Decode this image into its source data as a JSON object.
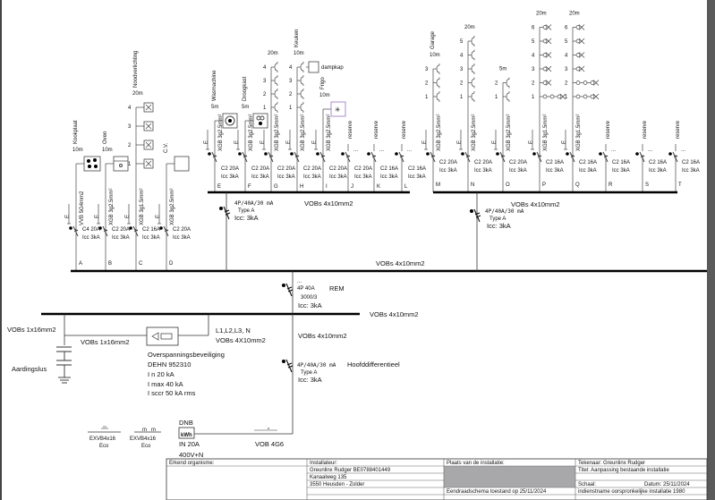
{
  "labels": {
    "earth": "E",
    "dots": "..."
  },
  "circuits_left": [
    {
      "id": "A",
      "breaker": "C4 20A",
      "icc": "Icc 3kA",
      "cable": "VVB 5G4mm2",
      "length": "10m",
      "room": "Kookplaat",
      "load": "cooktop"
    },
    {
      "id": "B",
      "breaker": "C2 20A",
      "icc": "Icc 3kA",
      "cable": "XGB 3g2.5mm²",
      "length": "10m",
      "room": "Oven",
      "load": "oven"
    },
    {
      "id": "C",
      "breaker": "C2 16A",
      "icc": "Icc 3kA",
      "cable": "XGB 3g1.5mm²",
      "length": "20m",
      "room": "Noodverlichting",
      "load": "emergency",
      "points": 4
    },
    {
      "id": "D",
      "breaker": "C2 20A",
      "icc": "Icc 3kA",
      "cable": "XGB 3g2.5mm²",
      "room": "C.V.",
      "load": "boiler"
    }
  ],
  "circuits_group1": [
    {
      "id": "E",
      "breaker": "C2 20A",
      "icc": "Icc 3kA",
      "cable": "XGB 3g2.5mm²",
      "length": "5m",
      "room": "Wasmachine",
      "load": "washer"
    },
    {
      "id": "F",
      "breaker": "C2 20A",
      "icc": "Icc 3kA",
      "cable": "XGB 3g2.5mm²",
      "length": "5m",
      "room": "Droogkast",
      "load": "dryer"
    },
    {
      "id": "G",
      "breaker": "C2 20A",
      "icc": "Icc 3kA",
      "cable": "XGB 3g2.5mm²",
      "length": "20m",
      "load": "sockets",
      "points": 4
    },
    {
      "id": "H",
      "breaker": "C2 20A",
      "icc": "Icc 3kA",
      "cable": "XGB 3g2.5mm²",
      "length": "10m",
      "room": "Keuken",
      "load": "sockets",
      "points": 4,
      "extra": "dampkap"
    },
    {
      "id": "I",
      "breaker": "C2 20A",
      "icc": "Icc 3kA",
      "cable": "XGB 3g2.5mm²",
      "length": "10m",
      "room": "Frigo",
      "load": "fridge"
    },
    {
      "id": "J",
      "breaker": "C2 20A",
      "icc": "Icc 3kA",
      "room": "reserve",
      "load": "reserve"
    },
    {
      "id": "K",
      "breaker": "C2 16A",
      "icc": "Icc 3kA",
      "room": "reserve",
      "load": "reserve"
    },
    {
      "id": "L",
      "breaker": "C2 16A",
      "icc": "Icc 3kA",
      "room": "reserve",
      "load": "reserve"
    }
  ],
  "circuits_group2": [
    {
      "id": "M",
      "breaker": "C2 20A",
      "icc": "Icc 3kA",
      "cable": "XGB 3g2.5mm²",
      "length": "10m",
      "room": "Garage",
      "load": "sockets",
      "points": 3
    },
    {
      "id": "N",
      "breaker": "C2 20A",
      "icc": "Icc 3kA",
      "cable": "XGB 3g2.5mm²",
      "length": "20m",
      "load": "sockets",
      "points": 5
    },
    {
      "id": "O",
      "breaker": "C2 20A",
      "icc": "Icc 3kA",
      "cable": "XGB 3g2.5mm²",
      "length": "5m",
      "load": "sockets",
      "points": 2
    },
    {
      "id": "P",
      "breaker": "C2 16A",
      "icc": "Icc 3kA",
      "cable": "XGB 3g1.5mm²",
      "length": "20m",
      "load": "lights",
      "points": 6
    },
    {
      "id": "Q",
      "breaker": "C2 16A",
      "icc": "Icc 3kA",
      "cable": "XGB 3g1.5mm²",
      "length": "20m",
      "load": "lights",
      "points": 6
    },
    {
      "id": "R",
      "breaker": "C2 16A",
      "icc": "Icc 3kA",
      "room": "reserve",
      "load": "reserve"
    },
    {
      "id": "S",
      "breaker": "C2 16A",
      "icc": "Icc 3kA",
      "room": "reserve",
      "load": "reserve"
    },
    {
      "id": "T",
      "breaker": "C2 16A",
      "icc": "Icc 3kA",
      "room": "reserve",
      "load": "reserve"
    }
  ],
  "group1_feed": {
    "rcd": "4P/40A/30 mA",
    "type": "Type  A",
    "icc": "Icc: 3kA",
    "cable": "VOBs 4x10mm2"
  },
  "group2_feed": {
    "rcd": "4P/40A/30 mA",
    "type": "Type  A",
    "icc": "Icc: 3kA",
    "cable": "VOBs 4x10mm2"
  },
  "main_bus_cable": "VOBs 4x10mm2",
  "rem": {
    "dots": "...",
    "rating": "4P  40A",
    "ratio": "3000/3",
    "icc": "Icc: 3kA",
    "label": "REM"
  },
  "second_bus_cable": "VOBs 4x10mm2",
  "earthing": {
    "cable1": "VOBs 1x16mm2",
    "cable2": "VOBs 1x16mm2",
    "label": "Aardingslus"
  },
  "surge": {
    "phases": "L1,L2,L3, N",
    "cable": "VOBs 4X10mm2",
    "title": "Overspanningsbeveiliging",
    "model": "DEHN 952310",
    "in": "I n 20 kA",
    "imax": "I max 40 kA",
    "isccr": "I sccr 50 kA rms"
  },
  "main_rcd": {
    "cable": "VOBs 4x10mm2",
    "rating": "4P/40A/30 mA",
    "type": "Type  A",
    "icc": "Icc: 3kA",
    "label": "Hoofddifferentieel"
  },
  "supply": {
    "dnb": "DNB",
    "meter": "kWh",
    "in": "IN 20A",
    "cable": "VOB 4G6",
    "voltage": "400V+N"
  },
  "electrodes": [
    {
      "cable": "EXVB4x16",
      "type": "Eco"
    },
    {
      "cable": "EXVB4x16",
      "type": "Eco"
    }
  ],
  "title_block": {
    "erkend": "Erkend organisme:",
    "installateur": "Installateur:",
    "installer_name": "Greunlinx Rudger BE0788401449",
    "installer_street": "Kanaalweg 135",
    "installer_city": "3550 Heusden - Zolder",
    "plaats": "Plaats van de installatie:",
    "schema": "Eendraadschema toestand op 25/11/2024",
    "tekenaar": "Tekenaar: Greunlinx Rudger",
    "titel": "Titel:  Aanpassing bestaande installatie",
    "schaal": "Schaal:",
    "datum": "Datum: 25/11/2024",
    "indienstname": "indienstname oorspronkelijke installatie 1980"
  }
}
